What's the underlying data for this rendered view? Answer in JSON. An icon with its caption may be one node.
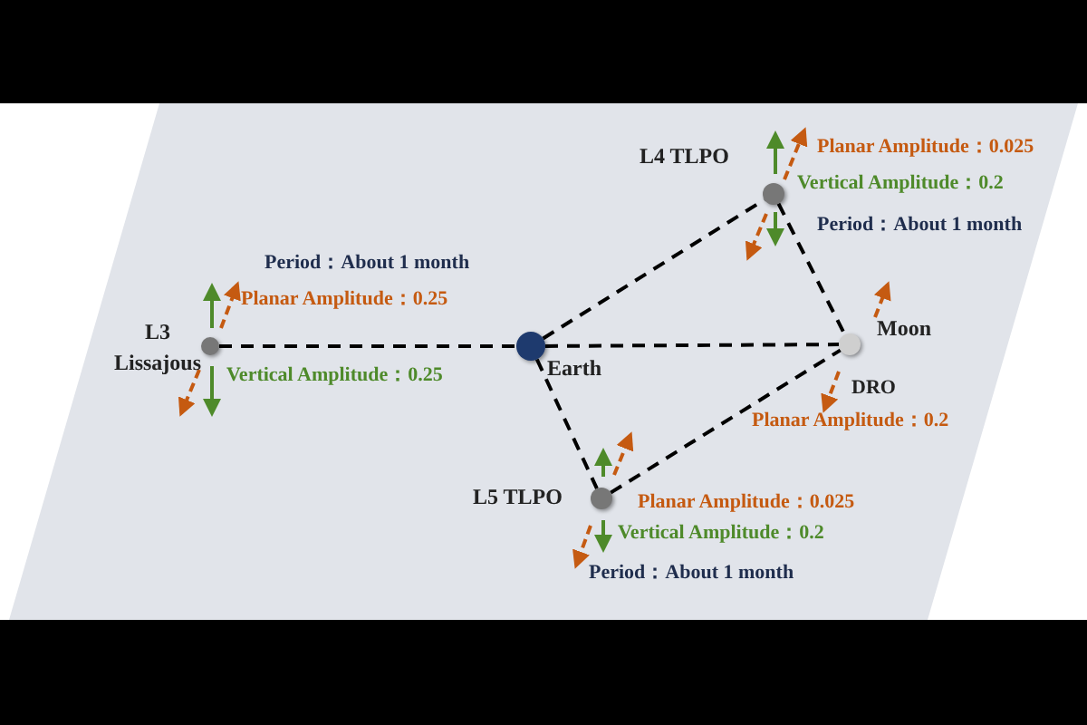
{
  "diagram": {
    "nodes": [
      {
        "text": [
          "L4 TLPO"
        ],
        "beside": [
          "Planar Amplitude：0.025",
          "Vertical Amplitude：0.2",
          "Period：About 1 month"
        ]
      },
      {
        "text": [
          "L3 Lissajous"
        ],
        "beside": [
          "Period：About 1 month",
          "Planar Amplitude：0.25",
          "Vertical Amplitude：0.25"
        ]
      },
      {
        "text": [
          "Earth"
        ]
      },
      {
        "text": [
          "Moon"
        ],
        "beside": [
          "DRO",
          "Planar Amplitude：0.2"
        ]
      },
      {
        "text": [
          "L5 TLPO"
        ],
        "beside": [
          "Planar Amplitude：0.025",
          "Vertical Amplitude：0.2",
          "Period：About 1 month"
        ]
      }
    ],
    "edges": [
      {
        "from": 1,
        "to": 2,
        "arrow": "none",
        "style": "dashed"
      },
      {
        "from": 2,
        "to": 0,
        "arrow": "none",
        "style": "dashed"
      },
      {
        "from": 2,
        "to": 3,
        "arrow": "none",
        "style": "dashed"
      },
      {
        "from": 0,
        "to": 3,
        "arrow": "none",
        "style": "dashed"
      },
      {
        "from": 2,
        "to": 4,
        "arrow": "none",
        "style": "dashed"
      },
      {
        "from": 4,
        "to": 3,
        "arrow": "none",
        "style": "dashed"
      }
    ]
  }
}
